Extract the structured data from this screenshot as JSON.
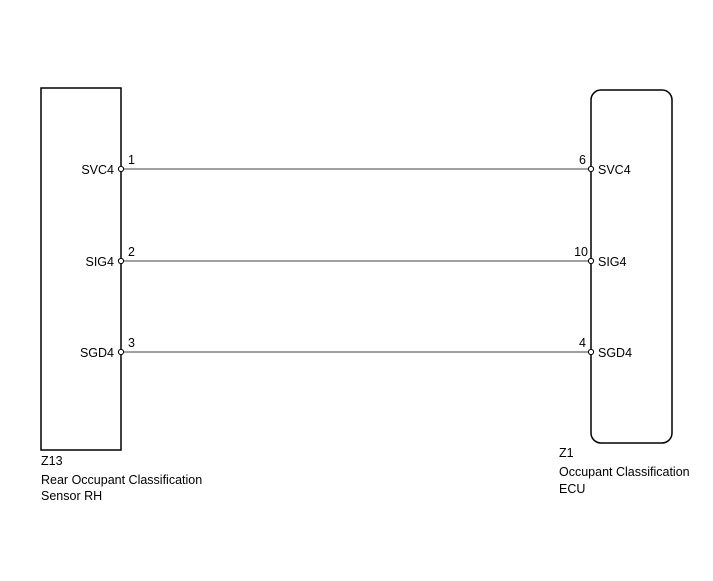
{
  "left_component": {
    "code": "Z13",
    "name_line1": "Rear Occupant Classification",
    "name_line2": "Sensor RH",
    "pins": [
      {
        "number": "1",
        "label": "SVC4"
      },
      {
        "number": "2",
        "label": "SIG4"
      },
      {
        "number": "3",
        "label": "SGD4"
      }
    ]
  },
  "right_component": {
    "code": "Z1",
    "name_line1": "Occupant Classification",
    "name_line2": "ECU",
    "pins": [
      {
        "number": "6",
        "label": "SVC4"
      },
      {
        "number": "10",
        "label": "SIG4"
      },
      {
        "number": "4",
        "label": "SGD4"
      }
    ]
  }
}
